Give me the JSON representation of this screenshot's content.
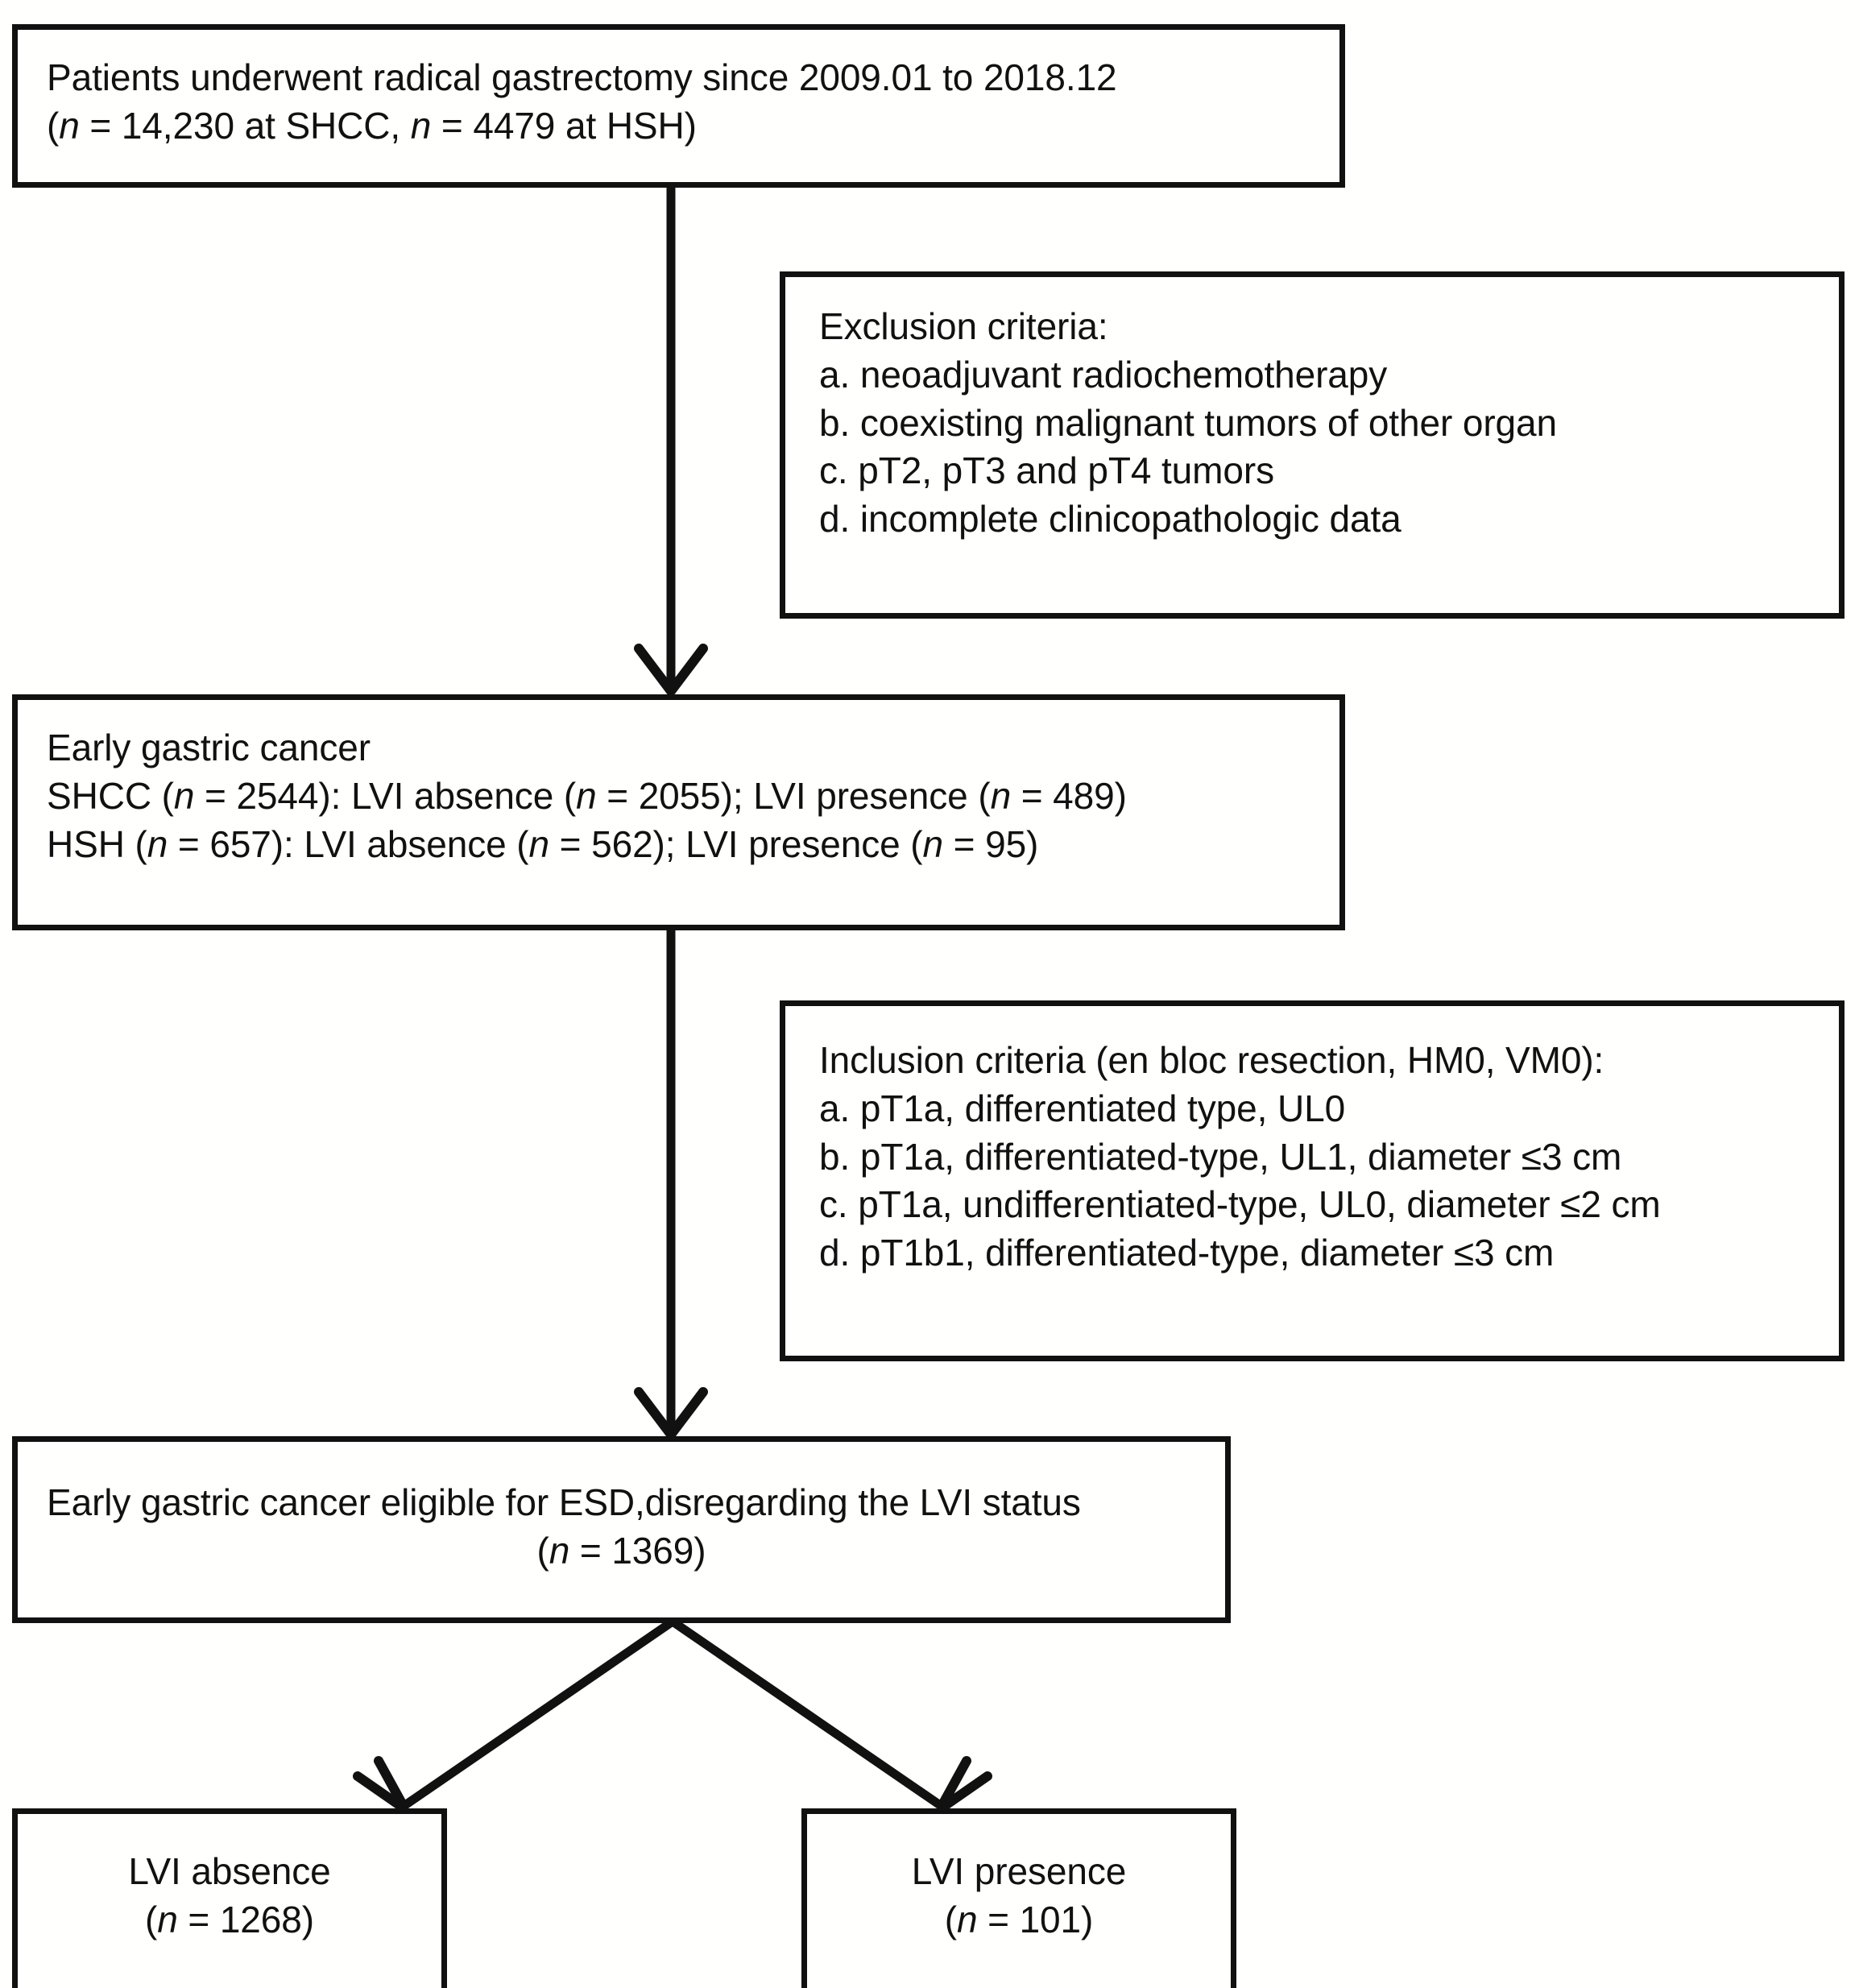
{
  "figure": {
    "type": "flowchart",
    "title": "Patient selection flow diagram for early gastric cancer eligible for ESD"
  },
  "nodes": {
    "source_cohort": {
      "name": "source-cohort-box",
      "lines": [
        "Patients underwent radical gastrectomy since 2009.01 to 2018.12",
        "(n = 14,230 at SHCC, n = 4479 at HSH)"
      ],
      "line1_plain": "Patients underwent radical gastrectomy since 2009.01 to 2018.12",
      "line2_parts": {
        "open": "(",
        "n1": "n",
        "eq1": " = 14,230 at SHCC, ",
        "n2": "n",
        "eq2": " = 4479 at HSH)"
      }
    },
    "exclusion": {
      "name": "exclusion-criteria-box",
      "heading": "Exclusion criteria:",
      "items": [
        "a. neoadjuvant radiochemotherapy",
        "b. coexisting malignant tumors of other organ",
        "c. pT2, pT3 and pT4 tumors",
        "d. incomplete clinicopathologic data"
      ]
    },
    "early_gastric_cancer": {
      "name": "early-gastric-cancer-box",
      "heading": "Early gastric cancer",
      "shcc": {
        "prefix": "SHCC (",
        "n1": "n",
        "mid1": " = 2544): LVI absence (",
        "n2": "n",
        "mid2": " = 2055); LVI presence (",
        "n3": "n",
        "suffix": " = 489)"
      },
      "hsh": {
        "prefix": "HSH (",
        "n1": "n",
        "mid1": " = 657): LVI absence (",
        "n2": "n",
        "mid2": " = 562); LVI presence (",
        "n3": "n",
        "suffix": " = 95)"
      },
      "shcc_plain": "SHCC (n = 2544): LVI absence (n = 2055); LVI presence (n = 489)",
      "hsh_plain": "HSH (n = 657): LVI absence (n = 562); LVI presence (n = 95)"
    },
    "inclusion": {
      "name": "inclusion-criteria-box",
      "heading": "Inclusion criteria (en bloc resection, HM0, VM0):",
      "items": [
        "a. pT1a, differentiated type, UL0",
        "b. pT1a, differentiated-type, UL1, diameter ≤3 cm",
        "c. pT1a, undifferentiated-type, UL0, diameter ≤2 cm",
        "d. pT1b1, differentiated-type, diameter ≤3 cm"
      ]
    },
    "esd_eligible": {
      "name": "esd-eligible-box",
      "line1": "Early gastric cancer eligible for ESD,disregarding the LVI status",
      "line2_parts": {
        "open": "(",
        "n": "n",
        "rest": " = 1369)"
      },
      "line2_plain": "(n = 1369)"
    },
    "lvi_absence": {
      "name": "lvi-absence-box",
      "label": "LVI absence",
      "count_parts": {
        "open": "(",
        "n": "n",
        "rest": " = 1268)"
      },
      "count_plain": "(n = 1268)"
    },
    "lvi_presence": {
      "name": "lvi-presence-box",
      "label": "LVI presence",
      "count_parts": {
        "open": "(",
        "n": "n",
        "rest": " = 101)"
      },
      "count_plain": "(n = 101)"
    }
  },
  "edges": [
    {
      "name": "edge-source-to-egc",
      "from": "source_cohort",
      "to": "early_gastric_cancer",
      "style": "vertical-arrow"
    },
    {
      "name": "edge-egc-to-esd",
      "from": "early_gastric_cancer",
      "to": "esd_eligible",
      "style": "vertical-arrow"
    },
    {
      "name": "edge-esd-to-lvi-absence",
      "from": "esd_eligible",
      "to": "lvi_absence",
      "style": "diagonal-arrow-left"
    },
    {
      "name": "edge-esd-to-lvi-presence",
      "from": "esd_eligible",
      "to": "lvi_presence",
      "style": "diagonal-arrow-right"
    }
  ],
  "colors": {
    "stroke": "#111111",
    "background": "#fffffd",
    "text": "#111111"
  }
}
